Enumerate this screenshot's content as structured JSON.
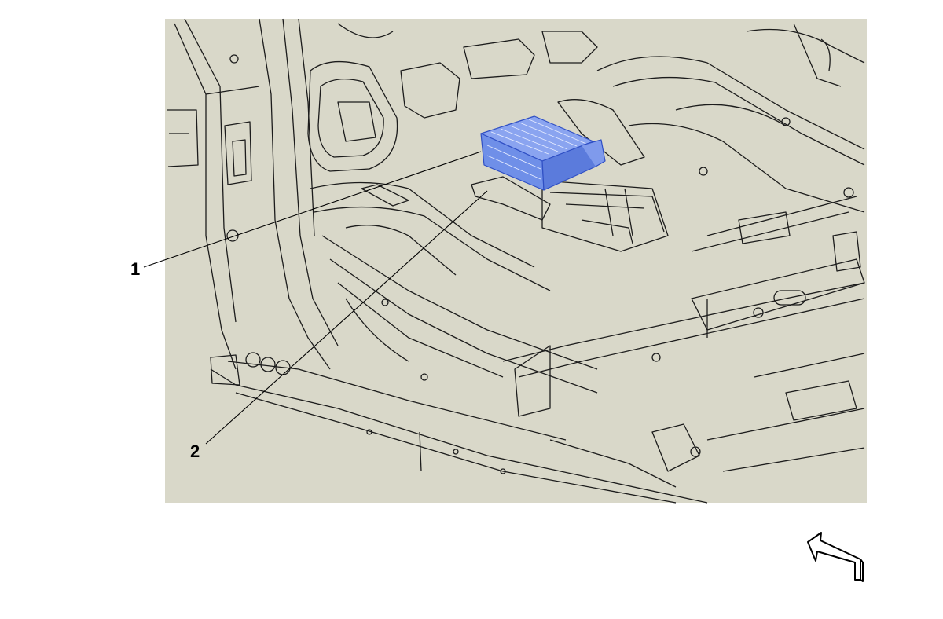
{
  "diagram": {
    "callouts": [
      {
        "id": "1",
        "label": "1",
        "part": "highlighted-module"
      },
      {
        "id": "2",
        "label": "2",
        "part": "body-bracket"
      }
    ],
    "colors": {
      "panel": "#d9d8c9",
      "line": "#1c1c1c",
      "highlight": "#6f8fe8",
      "highlight_line": "#2f4fc4",
      "background": "#ffffff"
    },
    "icons": [
      "view-direction-arrow-icon"
    ]
  }
}
